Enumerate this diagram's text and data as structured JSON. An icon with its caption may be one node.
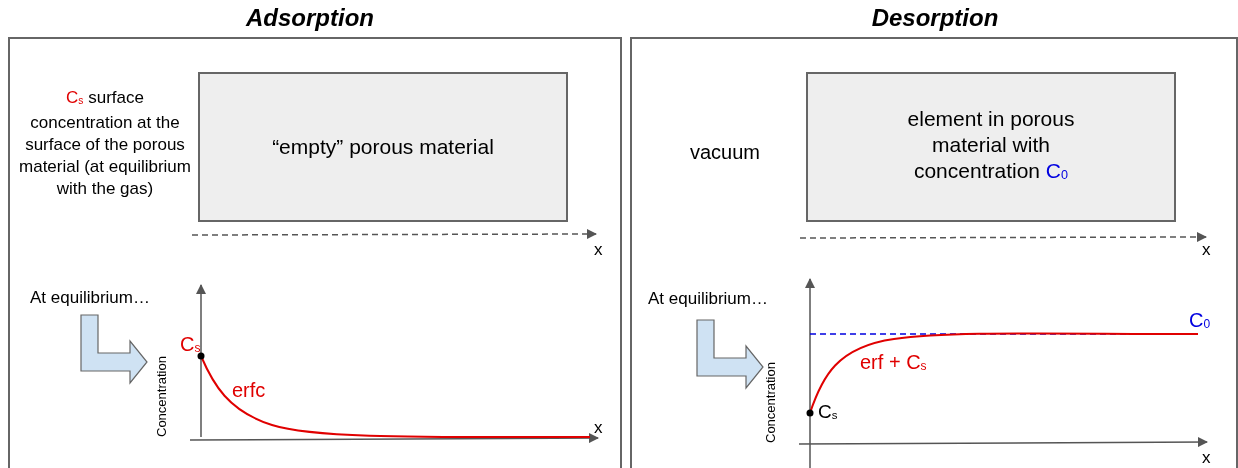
{
  "diagram": {
    "nodes": [
      {
        "text": [
          "Adsorption"
        ]
      },
      {
        "text": [
          "“empty” porous material"
        ],
        "in": 0
      },
      {
        "text": [
          "Desorption"
        ]
      },
      {
        "text": [
          "element in porous material with concentration C$_{0}$"
        ],
        "in": 2
      }
    ],
    "labels": [
      "C$_{s}$",
      "surface concentration at the surface of the porous material (at equilibrium with the gas)",
      "x",
      "At equilibrium…",
      "Concentration",
      "C$_{s}$",
      "erfc",
      "x",
      "vacuum",
      "x",
      "At equilibrium…",
      "Concentration",
      "C$_{0}$",
      "erf + C$_{s}$",
      "C$_{s}$",
      "x"
    ]
  }
}
